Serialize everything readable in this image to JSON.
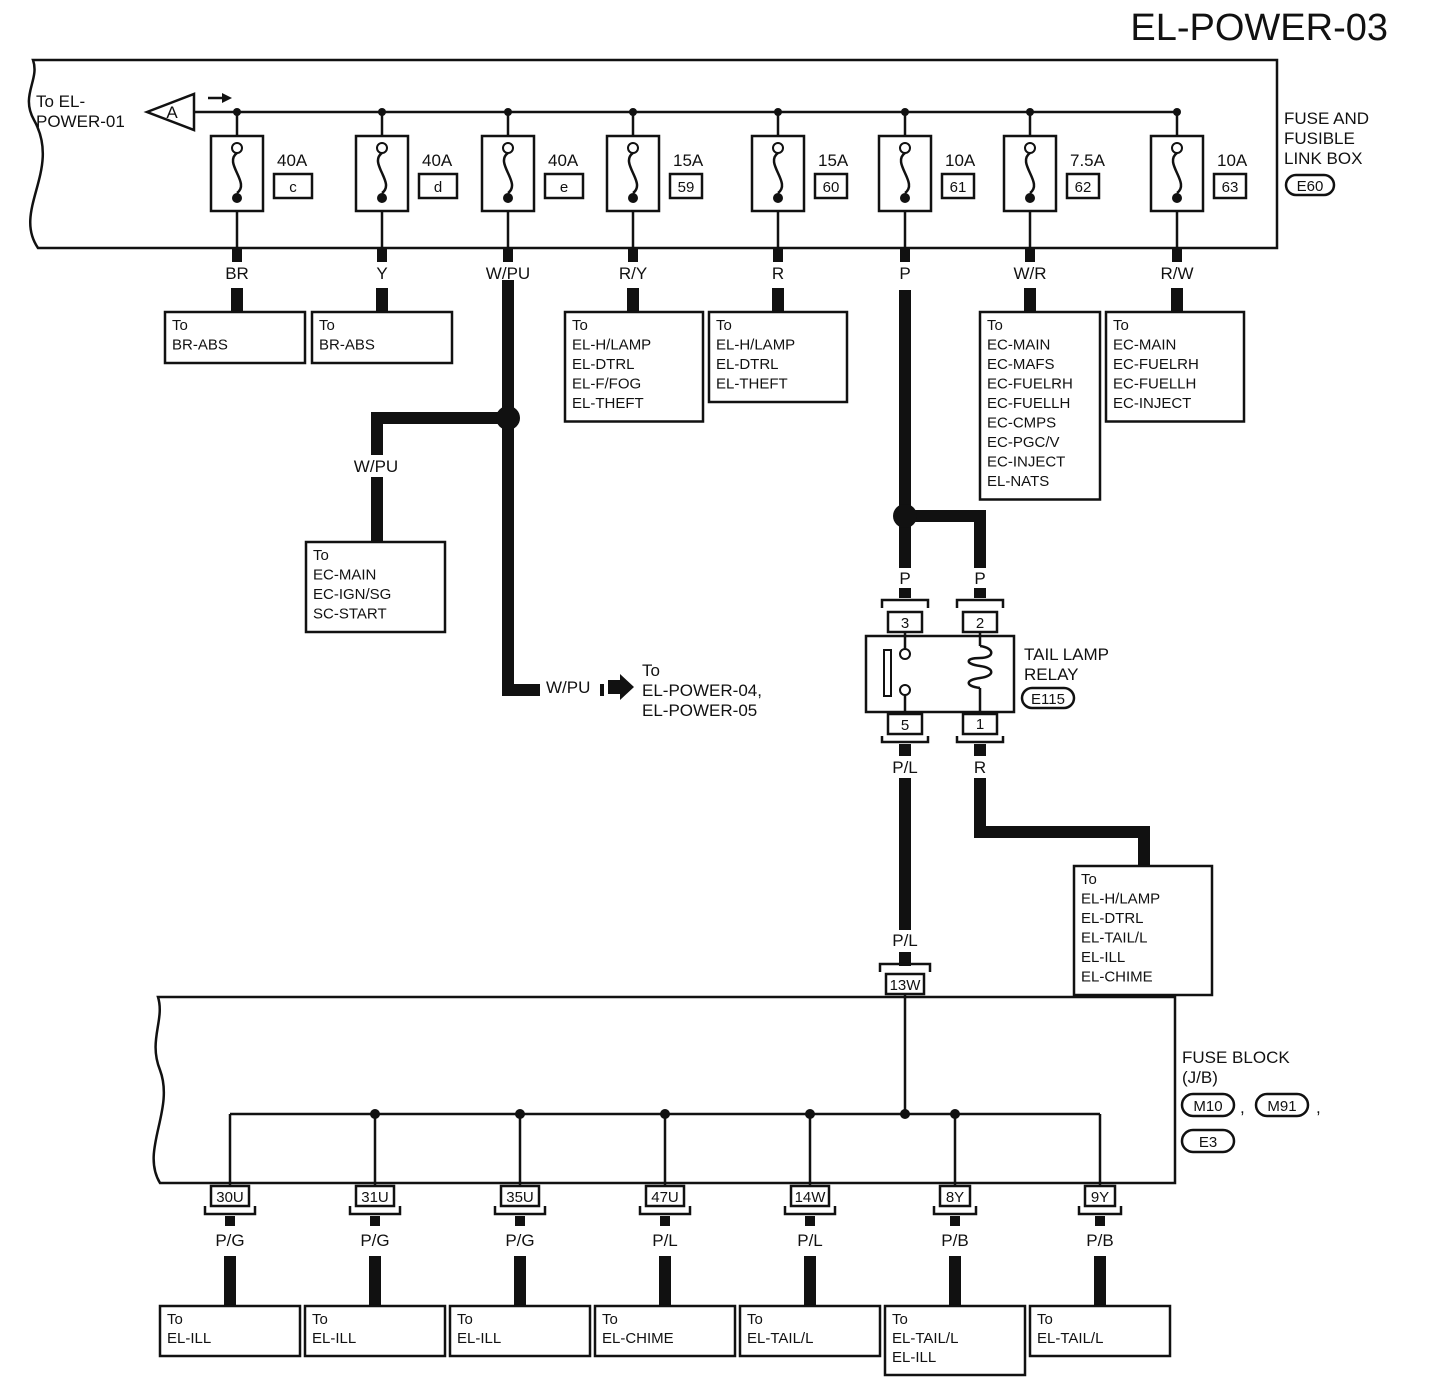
{
  "title": "EL-POWER-03",
  "arrow_ref": {
    "text_line1": "To EL-",
    "text_line2": "POWER-01",
    "letter": "A"
  },
  "fuse_box": {
    "label_lines": [
      "FUSE AND",
      "FUSIBLE",
      "LINK BOX"
    ],
    "connector": "E60"
  },
  "fuses": [
    {
      "rating": "40A",
      "id": "c",
      "wire": "BR"
    },
    {
      "rating": "40A",
      "id": "d",
      "wire": "Y"
    },
    {
      "rating": "40A",
      "id": "e",
      "wire": "W/PU"
    },
    {
      "rating": "15A",
      "id": "59",
      "wire": "R/Y"
    },
    {
      "rating": "15A",
      "id": "60",
      "wire": "R"
    },
    {
      "rating": "10A",
      "id": "61",
      "wire": "P"
    },
    {
      "rating": "7.5A",
      "id": "62",
      "wire": "W/R"
    },
    {
      "rating": "10A",
      "id": "63",
      "wire": "R/W"
    }
  ],
  "dest_boxes_top": [
    {
      "lines": [
        "To",
        "BR-ABS"
      ]
    },
    {
      "lines": [
        "To",
        "BR-ABS"
      ]
    },
    {
      "lines": [
        "To",
        "EL-H/LAMP",
        "EL-DTRL",
        "EL-F/FOG",
        "EL-THEFT"
      ]
    },
    {
      "lines": [
        "To",
        "EL-H/LAMP",
        "EL-DTRL",
        "EL-THEFT"
      ]
    },
    {
      "lines": [
        "To",
        "EC-MAIN",
        "EC-MAFS",
        "EC-FUELRH",
        "EC-FUELLH",
        "EC-CMPS",
        "EC-PGC/V",
        "EC-INJECT",
        "EL-NATS"
      ]
    },
    {
      "lines": [
        "To",
        "EC-MAIN",
        "EC-FUELRH",
        "EC-FUELLH",
        "EC-INJECT"
      ]
    }
  ],
  "wpu_branch": {
    "wire": "W/PU",
    "dest_lines": [
      "To",
      "EC-MAIN",
      "EC-IGN/SG",
      "SC-START"
    ]
  },
  "wpu_out": {
    "wire": "W/PU",
    "lines": [
      "To",
      "EL-POWER-04,",
      "EL-POWER-05"
    ]
  },
  "relay": {
    "label_lines": [
      "TAIL LAMP",
      "RELAY"
    ],
    "connector": "E115",
    "pins": [
      "3",
      "2",
      "5",
      "1"
    ],
    "wire_in_a": "P",
    "wire_in_b": "P",
    "wire_out_a": "P/L",
    "wire_out_b": "R"
  },
  "relay_dest": {
    "lines": [
      "To",
      "EL-H/LAMP",
      "EL-DTRL",
      "EL-TAIL/L",
      "EL-ILL",
      "EL-CHIME"
    ]
  },
  "pl_wire_lower": "P/L",
  "block_input": "13W",
  "fuse_block": {
    "label_lines": [
      "FUSE BLOCK",
      "(J/B)"
    ],
    "connectors": [
      "M10",
      "M91",
      "E3"
    ]
  },
  "block_outputs": [
    {
      "pin": "30U",
      "wire": "P/G",
      "lines": [
        "To",
        "EL-ILL"
      ]
    },
    {
      "pin": "31U",
      "wire": "P/G",
      "lines": [
        "To",
        "EL-ILL"
      ]
    },
    {
      "pin": "35U",
      "wire": "P/G",
      "lines": [
        "To",
        "EL-ILL"
      ]
    },
    {
      "pin": "47U",
      "wire": "P/L",
      "lines": [
        "To",
        "EL-CHIME"
      ]
    },
    {
      "pin": "14W",
      "wire": "P/L",
      "lines": [
        "To",
        "EL-TAIL/L"
      ]
    },
    {
      "pin": "8Y",
      "wire": "P/B",
      "lines": [
        "To",
        "EL-TAIL/L",
        "EL-ILL"
      ]
    },
    {
      "pin": "9Y",
      "wire": "P/B",
      "lines": [
        "To",
        "EL-TAIL/L"
      ]
    }
  ]
}
